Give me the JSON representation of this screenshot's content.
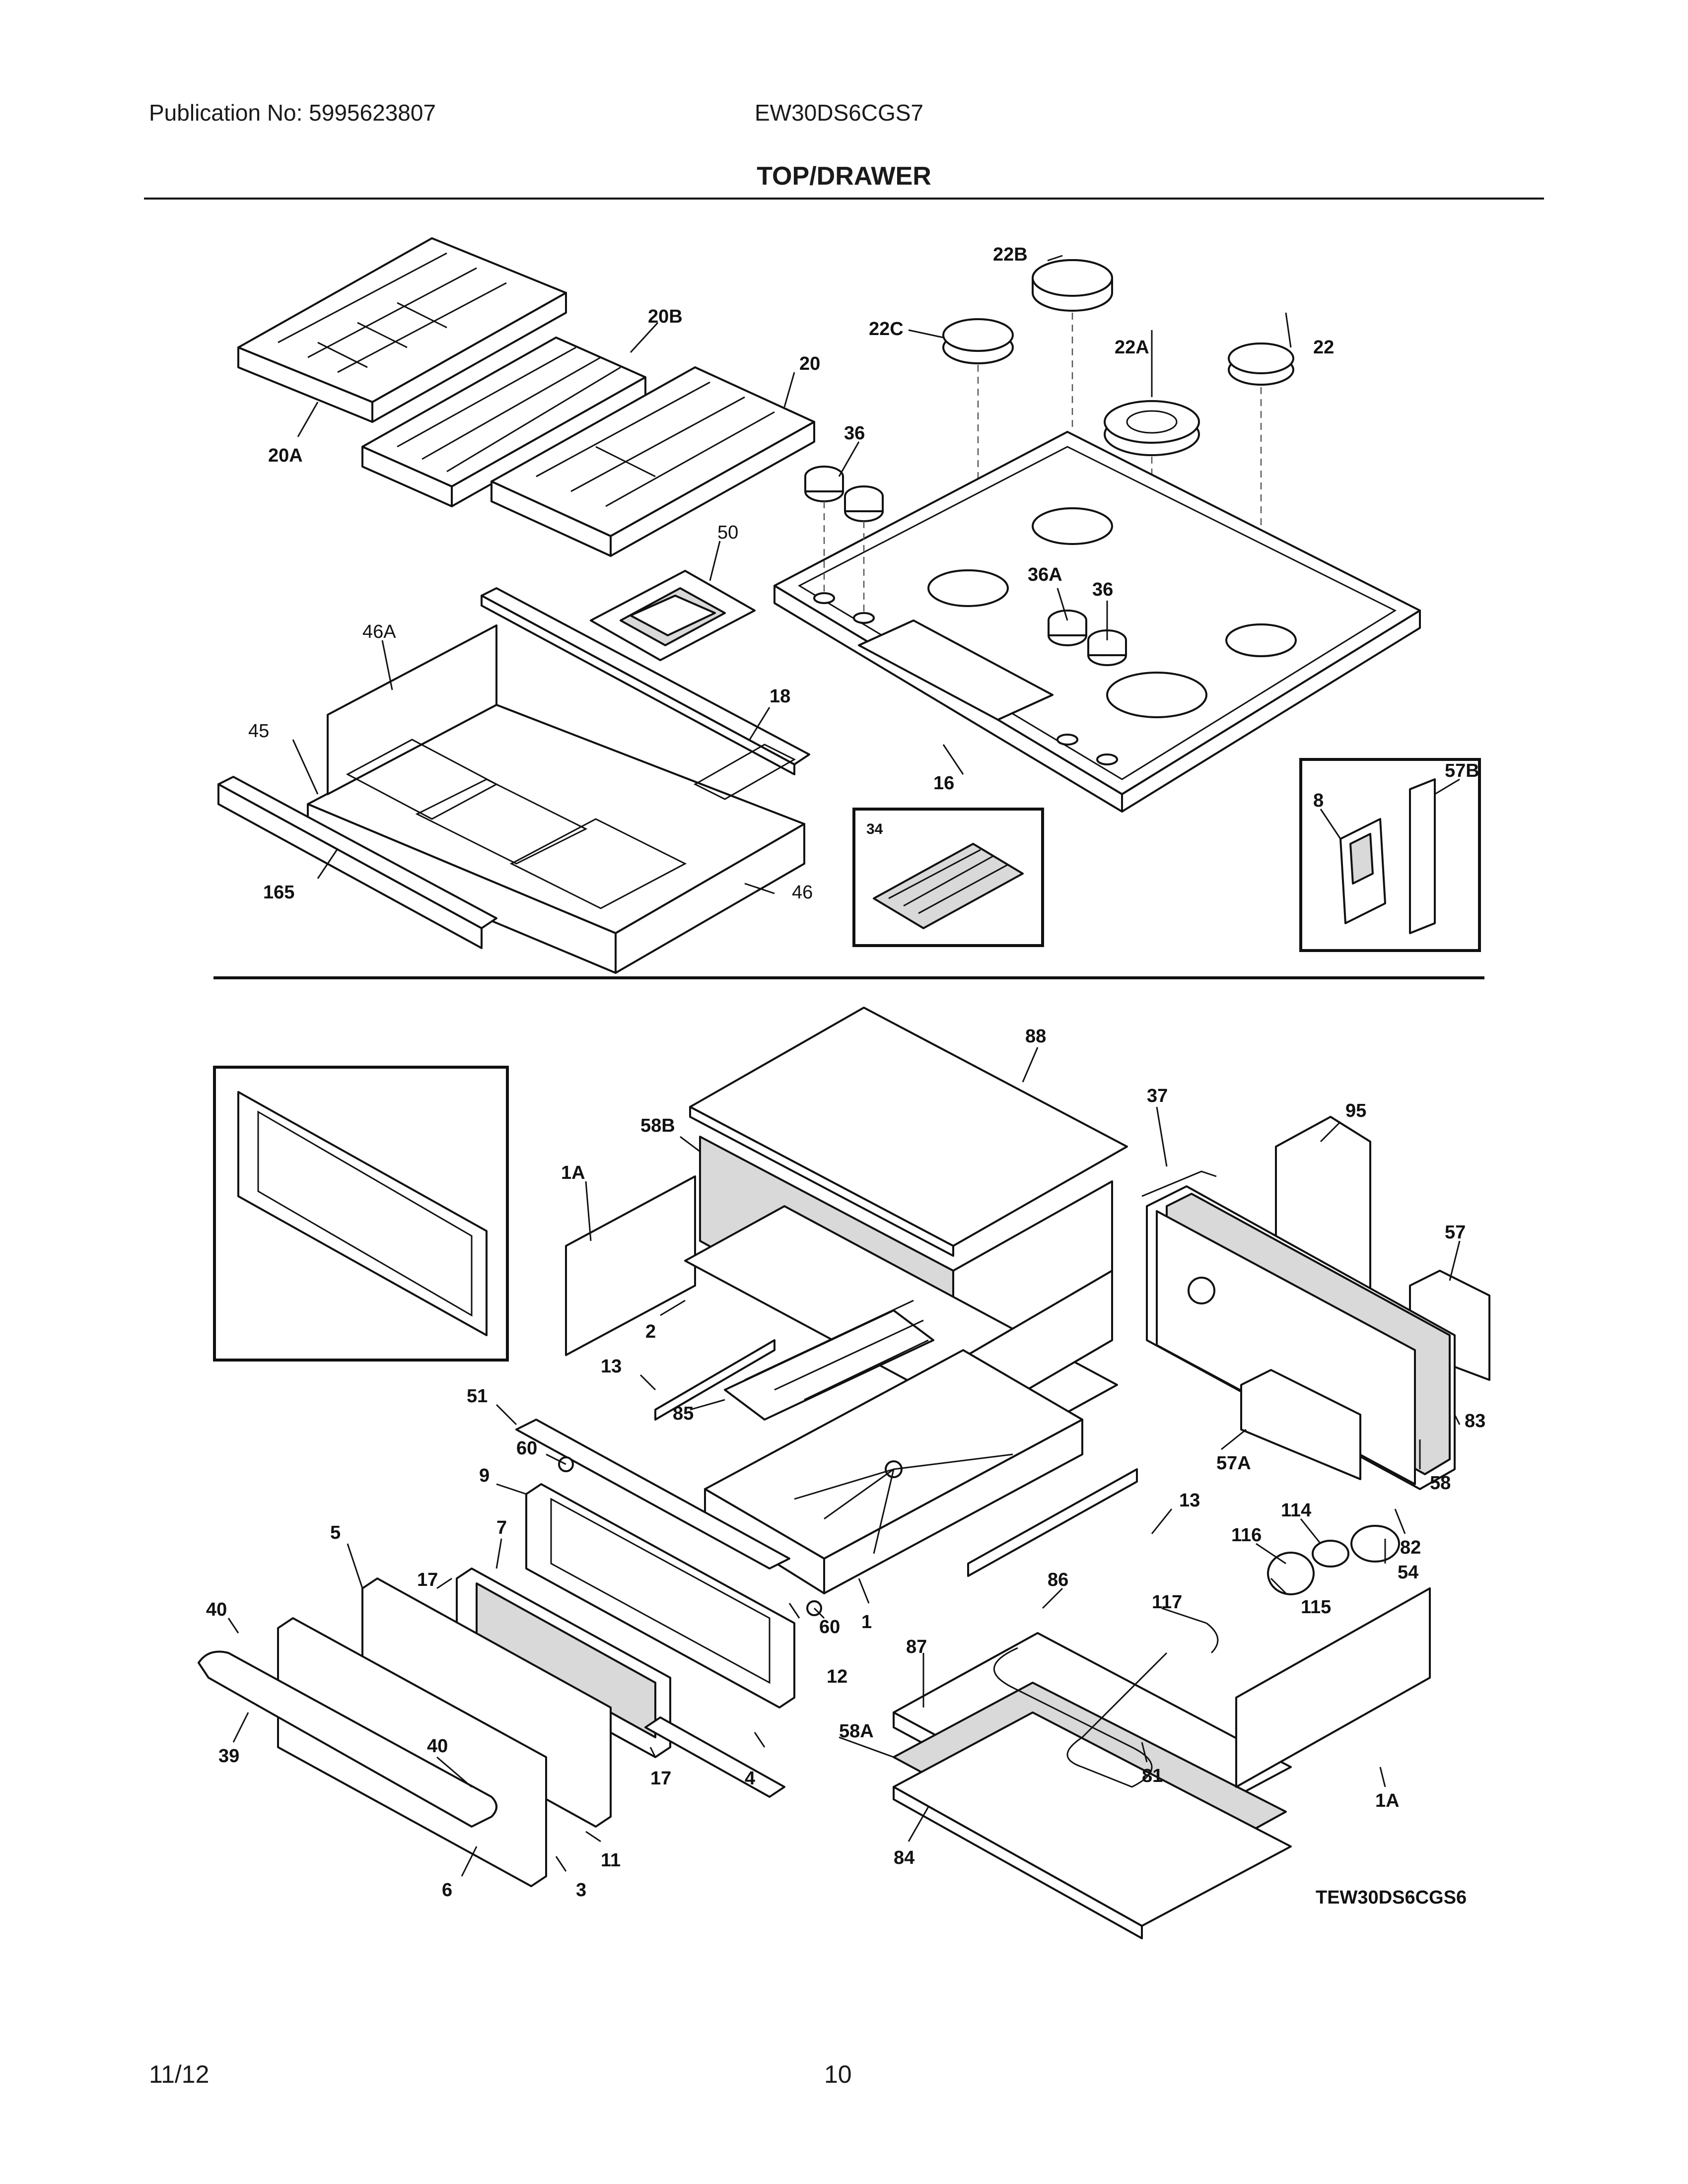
{
  "header": {
    "publication": "Publication No: 5995623807",
    "model": "EW30DS6CGS7",
    "title": "TOP/DRAWER"
  },
  "diagram": {
    "drawing_code": "TEW30DS6CGS6",
    "callouts": [
      "22B",
      "22C",
      "22A",
      "22",
      "20B",
      "20",
      "20A",
      "36",
      "50",
      "36A",
      "36",
      "46A",
      "45",
      "18",
      "16",
      "57B",
      "8",
      "34",
      "165",
      "46",
      "88",
      "37",
      "95",
      "58B",
      "1A",
      "57",
      "2",
      "13",
      "83",
      "85",
      "51",
      "60",
      "9",
      "57A",
      "58",
      "5",
      "7",
      "114",
      "13",
      "116",
      "82",
      "54",
      "17",
      "86",
      "117",
      "115",
      "40",
      "60",
      "1",
      "12",
      "87",
      "39",
      "40",
      "58A",
      "81",
      "1A",
      "17",
      "4",
      "84",
      "6",
      "3",
      "11"
    ]
  },
  "footer": {
    "date": "11/12",
    "page": "10"
  }
}
